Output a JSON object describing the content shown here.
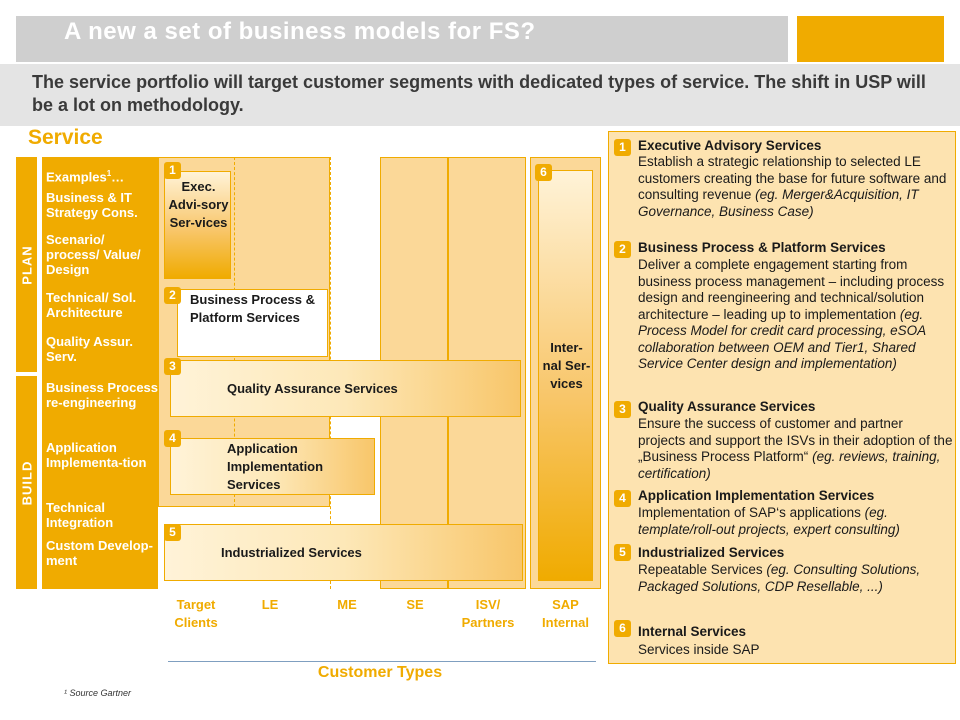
{
  "header": {
    "title": "A new a set of business models for FS?",
    "subtitle": "The service portfolio will target customer segments with dedicated types of service. The shift in USP will be a lot on methodology."
  },
  "service_label": "Service",
  "phases": {
    "plan": "PLAN",
    "build": "BUILD"
  },
  "examples": {
    "heading": "Examples",
    "heading_sup": "1",
    "heading_suffix": "…",
    "items": [
      "Business & IT Strategy Cons.",
      "Scenario/ process/ Value/ Design",
      "Technical/ Sol. Architecture",
      "Quality Assur. Serv.",
      "Business Process re-engineering",
      "Application Implementa-tion",
      "Technical Integration",
      "Custom Develop-ment"
    ]
  },
  "diagram": {
    "exec": "Exec. Advi-sory Ser-vices",
    "bpps": "Business Process & Platform Services",
    "qas": "Quality Assurance Services",
    "ais": "Application Implementation Services",
    "ind": "Industrialized Services",
    "internal": "Inter-nal Ser-vices"
  },
  "badges": [
    "1",
    "2",
    "3",
    "4",
    "5",
    "6"
  ],
  "x_labels": {
    "target": "Target Clients",
    "le": "LE",
    "me": "ME",
    "se": "SE",
    "isv": "ISV/ Partners",
    "sap": "SAP Internal"
  },
  "customer_types": "Customer Types",
  "legend": [
    {
      "num": "1",
      "title": "Executive Advisory Services",
      "desc": "Establish a strategic relationship to selected LE customers creating the base for future software and consulting revenue",
      "example": "(eg. Merger&Acquisition, IT Governance, Business Case)"
    },
    {
      "num": "2",
      "title": "Business Process & Platform Services",
      "desc": "Deliver a complete engagement starting from business process management – including process design and reengineering and technical/solution architecture – leading up to implementation",
      "example": "(eg. Process Model for credit card processing, eSOA collaboration between OEM and Tier1, Shared Service Center design and implementation)"
    },
    {
      "num": "3",
      "title": "Quality Assurance Services",
      "desc": "Ensure the success of customer and partner projects and support the ISVs in their adoption of the „Business Process Platform“",
      "example": "(eg. reviews, training, certification)"
    },
    {
      "num": "4",
      "title": "Application Implementation Services",
      "desc": "Implementation of SAP‘s applications",
      "example": "(eg. template/roll-out projects, expert consulting)"
    },
    {
      "num": "5",
      "title": "Industrialized Services",
      "desc": "Repeatable Services",
      "example": "(eg.  Consulting Solutions, Packaged Solutions, CDP Resellable, ...)"
    },
    {
      "num": "6",
      "title": "Internal Services",
      "desc": "Services inside SAP",
      "example": ""
    }
  ],
  "footnote": "¹ Source Gartner",
  "colors": {
    "accent": "#f0ab00",
    "panel": "#fbd898",
    "legend_bg": "#fde3b0",
    "title_band": "#cfcfcf"
  }
}
